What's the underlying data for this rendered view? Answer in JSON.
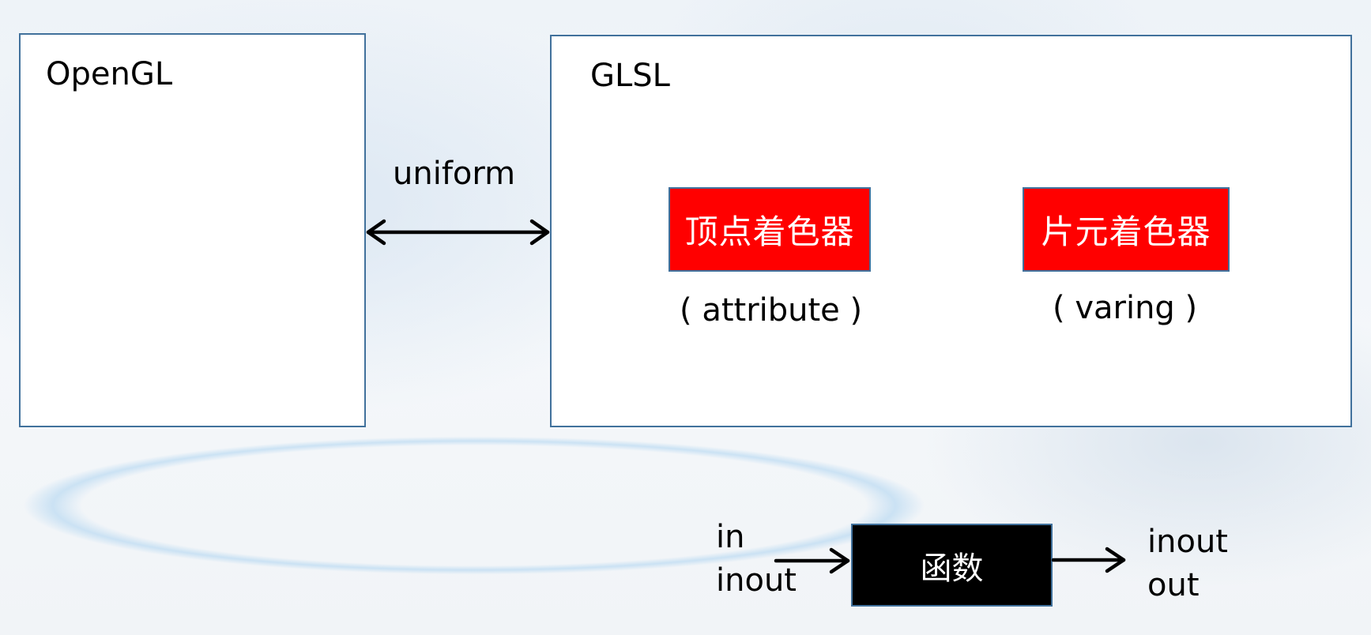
{
  "opengl": {
    "title": "OpenGL"
  },
  "glsl": {
    "title": "GLSL",
    "vertex_shader": {
      "label": "顶点着色器",
      "qualifier": "( attribute )"
    },
    "fragment_shader": {
      "label": "片元着色器",
      "qualifier": "( varing )"
    }
  },
  "link": {
    "label": "uniform"
  },
  "function_block": {
    "label": "函数",
    "inputs": [
      "in",
      "inout"
    ],
    "outputs": [
      "inout",
      "out"
    ]
  },
  "colors": {
    "panel_border": "#41719c",
    "shader_fill": "#ff0000",
    "function_fill": "#000000"
  }
}
